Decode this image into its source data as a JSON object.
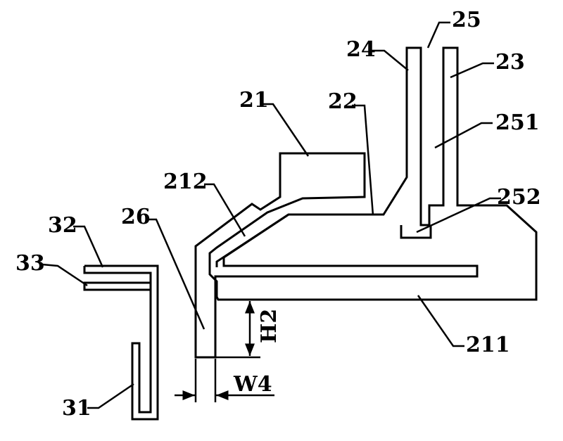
{
  "figure": {
    "labels": {
      "r21": "21",
      "r22": "22",
      "r23": "23",
      "r24": "24",
      "r25": "25",
      "r26": "26",
      "r31": "31",
      "r32": "32",
      "r33": "33",
      "r211": "211",
      "r212": "212",
      "r251": "251",
      "r252": "252"
    },
    "dimensions": {
      "h2": "H2",
      "w4": "W4"
    },
    "colors": {
      "line": "#000000",
      "background": "#ffffff"
    }
  }
}
